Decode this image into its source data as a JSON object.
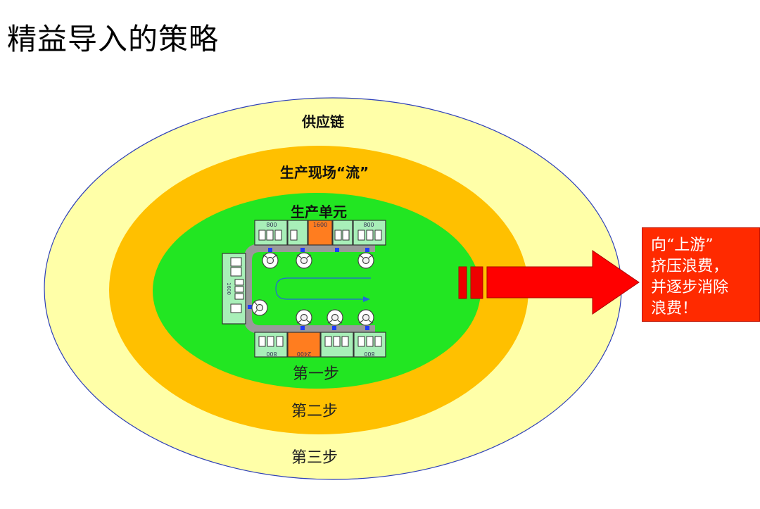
{
  "title": "精益导入的策略",
  "rings": {
    "outer_label": "供应链",
    "middle_label": "生产现场“流”",
    "inner_label": "生产单元"
  },
  "steps": {
    "step1": "第一步",
    "step2": "第二步",
    "step3": "第三步"
  },
  "cell": {
    "station_labels": [
      "800",
      "1600",
      "800",
      "800",
      "2400",
      "800",
      "1600"
    ]
  },
  "callout": {
    "lines": [
      "向“上游”",
      "挤压浪费，",
      "并逐步消除",
      "浪费！"
    ]
  },
  "colors": {
    "outer": "#ffffa8",
    "middle": "#ffc000",
    "inner": "#22e622",
    "arrow": "#ff0000",
    "callout": "#ff2a00"
  }
}
